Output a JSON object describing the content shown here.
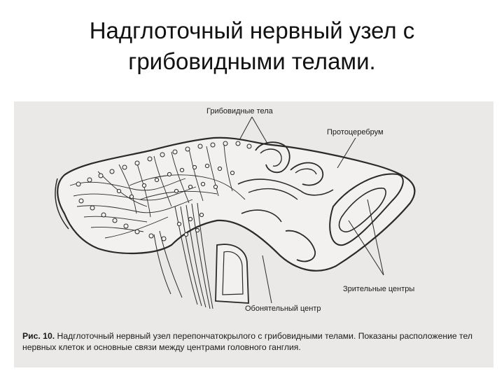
{
  "title": {
    "line1": "Надглоточный нервный узел с",
    "line2": "грибовидными телами."
  },
  "figure": {
    "labels": {
      "mushroom_bodies": "Грибовидные тела",
      "protocerebrum": "Протоцеребрум",
      "optic_centers": "Зрительные центры",
      "olfactory_center": "Обонятельный центр"
    },
    "caption": {
      "prefix": "Рис. 10.",
      "text": "Надглоточный нервный узел перепончатокрылого с грибовидными телами. Показаны расположение тел нервных клеток и основные связи между центрами головного ганглия."
    }
  },
  "colors": {
    "ink": "#2a2a2a",
    "paper": "#ebe9e8"
  }
}
